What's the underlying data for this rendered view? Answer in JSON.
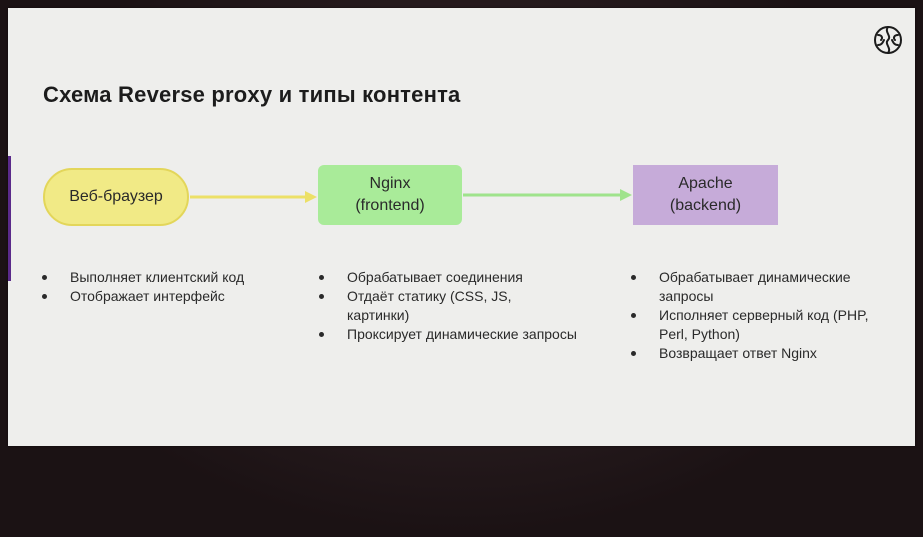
{
  "slide": {
    "title": "Схема Reverse proxy и типы контента"
  },
  "logo": {
    "icon": "brain-logo-icon"
  },
  "nodes": {
    "browser": {
      "label": "Веб-браузер",
      "color": "#f1ea86"
    },
    "nginx": {
      "label": "Nginx\n(frontend)",
      "color": "#a9eb99"
    },
    "apache": {
      "label": "Apache\n(backend)",
      "color": "#c6abd9"
    }
  },
  "arrows": {
    "browser_to_nginx": {
      "color": "#ece067"
    },
    "nginx_to_apache": {
      "color": "#9fe38c"
    }
  },
  "bullets": {
    "browser": [
      "Выполняет клиентский код",
      "Отображает интерфейс"
    ],
    "nginx": [
      "Обрабатывает соединения",
      "Отдаёт статику (CSS, JS, картинки)",
      "Проксирует динамические запросы"
    ],
    "apache": [
      "Обрабатывает динамические запросы",
      "Исполняет серверный код (PHP, Perl, Python)",
      "Возвращает ответ Nginx"
    ]
  }
}
